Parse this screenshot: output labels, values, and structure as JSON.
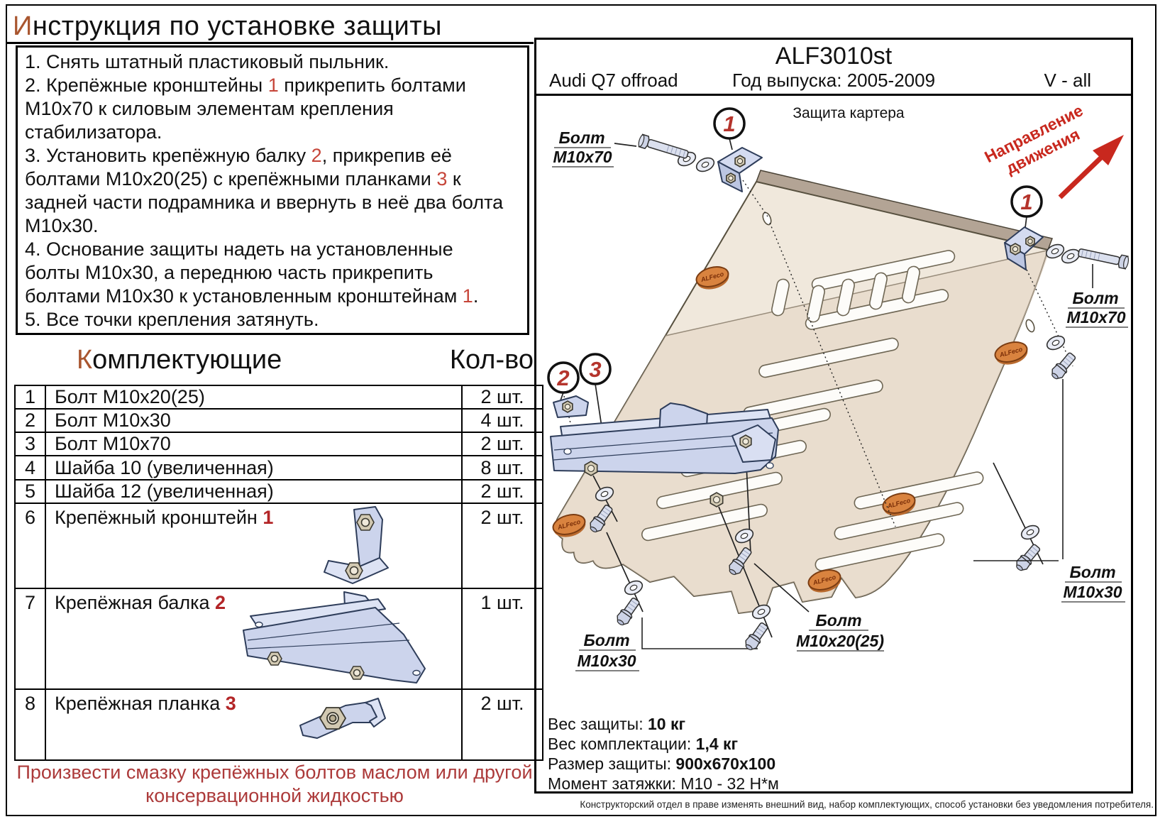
{
  "title": {
    "first": "И",
    "rest": "нструкция по установке защиты"
  },
  "instructions": [
    [
      [
        "1. Снять штатный пластиковый пыльник.",
        0
      ]
    ],
    [
      [
        "2. Крепёжные кронштейны ",
        0
      ],
      [
        "1",
        1
      ],
      [
        " прикрепить болтами",
        0
      ]
    ],
    [
      [
        "М10х70 к силовым элементам крепления",
        0
      ]
    ],
    [
      [
        "стабилизатора.",
        0
      ]
    ],
    [
      [
        "3. Установить крепёжную балку ",
        0
      ],
      [
        "2",
        1
      ],
      [
        ", прикрепив её",
        0
      ]
    ],
    [
      [
        "болтами М10х20(25) с крепёжными планками ",
        0
      ],
      [
        "3",
        1
      ],
      [
        " к",
        0
      ]
    ],
    [
      [
        "задней части подрамника и ввернуть в неё два болта",
        0
      ]
    ],
    [
      [
        "М10х30.",
        0
      ]
    ],
    [
      [
        "4. Основание защиты надеть на установленные",
        0
      ]
    ],
    [
      [
        "болты М10х30, а переднюю часть прикрепить",
        0
      ]
    ],
    [
      [
        "болтами М10х30 к установленным кронштейнам ",
        0
      ],
      [
        "1",
        1
      ],
      [
        ".",
        0
      ]
    ],
    [
      [
        "5. Все точки крепления затянуть.",
        0
      ]
    ]
  ],
  "components": {
    "header_first": "К",
    "header_rest": "омплектующие",
    "qty_header": "Кол-во",
    "rows": [
      {
        "num": "1",
        "name": "Болт М10х20(25)",
        "ref": "",
        "qty": "2 шт."
      },
      {
        "num": "2",
        "name": "Болт М10х30",
        "ref": "",
        "qty": "4 шт."
      },
      {
        "num": "3",
        "name": "Болт М10х70",
        "ref": "",
        "qty": "2 шт."
      },
      {
        "num": "4",
        "name": "Шайба 10 (увеличенная)",
        "ref": "",
        "qty": "8 шт."
      },
      {
        "num": "5",
        "name": "Шайба 12 (увеличенная)",
        "ref": "",
        "qty": "2 шт."
      },
      {
        "num": "6",
        "name": "Крепёжный кронштейн ",
        "ref": "1",
        "qty": "2 шт."
      },
      {
        "num": "7",
        "name": "Крепёжная балка ",
        "ref": "2",
        "qty": "1 шт."
      },
      {
        "num": "8",
        "name": "Крепёжная планка ",
        "ref": "3",
        "qty": "2 шт."
      }
    ]
  },
  "note_lines": [
    "Произвести смазку крепёжных болтов маслом или другой",
    "консервационной жидкостью"
  ],
  "panel": {
    "model": "ALF3010st",
    "vehicle": "Audi Q7 offroad",
    "year": "Год выпуска: 2005-2009",
    "engine": "V - all",
    "diagram_title": "Защита картера",
    "direction_line1": "Направление",
    "direction_line2": "движения",
    "callout_1": "1",
    "callout_2": "2",
    "callout_3": "3",
    "labels": {
      "bolt": "Болт",
      "m10x70": "М10х70",
      "m10x30": "М10х30",
      "m10x20": "М10х20(25)"
    },
    "logo_text": "ALFeco",
    "specs": [
      {
        "label": "Вес защиты: ",
        "value": "10 кг"
      },
      {
        "label": "Вес комплектации: ",
        "value": "1,4 кг"
      },
      {
        "label": "Размер защиты: ",
        "value": "900х670х100"
      },
      {
        "label": "Момент затяжки: ",
        "value": "М10 - 32 Н*м"
      }
    ]
  },
  "footer": "Конструкторский отдел в праве изменять внешний вид, набор комплектующих, способ установки без уведомления потребителя.",
  "colors": {
    "accent_brown": "#a9562f",
    "instruction_ref_red": "#c64539",
    "table_ref_red": "#b32527",
    "note_red": "#ac3a3a",
    "direction_red": "#c8281e",
    "logo_orange": "#d9833f",
    "part_blue": "#ccd4ec",
    "plate_beige": "#f0e8dc"
  }
}
